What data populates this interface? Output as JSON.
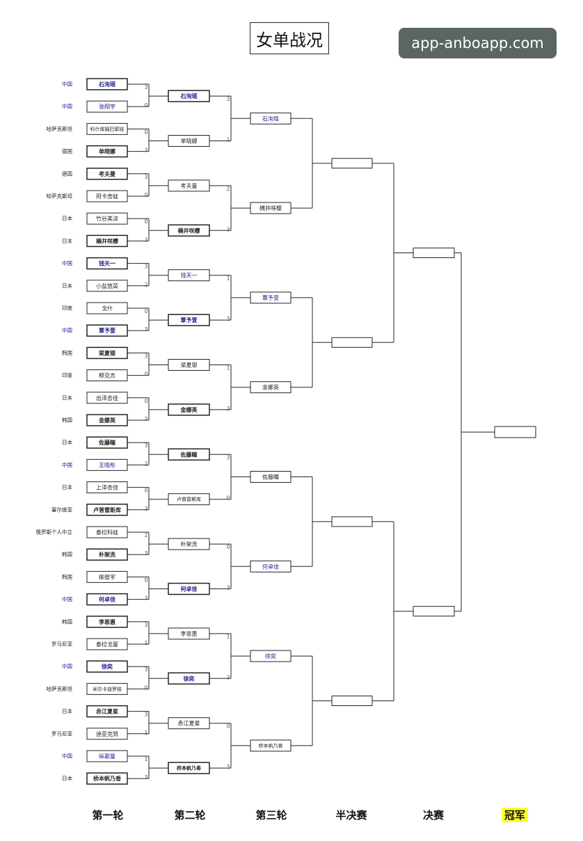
{
  "title": "女单战况",
  "watermark": "app-anboapp.com",
  "rounds": [
    "第一轮",
    "第二轮",
    "第三轮",
    "半决赛",
    "决赛",
    "冠军"
  ],
  "colors": {
    "chn": "#1a1a8c",
    "normal": "#222222",
    "score": "#7a3a3a",
    "highlight": "#ffff33"
  },
  "round1": [
    {
      "country": "中国",
      "name": "石洵瑶",
      "score": "3",
      "chn": true,
      "winner": true
    },
    {
      "country": "中国",
      "name": "张翔宇",
      "score": "0",
      "chn": true,
      "winner": false
    },
    {
      "country": "哈萨克斯坦",
      "name": "科什库姆巴耶娃",
      "score": "0",
      "chn": false,
      "winner": false
    },
    {
      "country": "德国",
      "name": "单晓娜",
      "score": "3",
      "chn": false,
      "winner": true
    },
    {
      "country": "德国",
      "name": "考夫曼",
      "score": "3",
      "chn": false,
      "winner": true
    },
    {
      "country": "哈萨克斯坦",
      "name": "阿卡舍娃",
      "score": "0",
      "chn": false,
      "winner": false
    },
    {
      "country": "日本",
      "name": "竹谷美涼",
      "score": "0",
      "chn": false,
      "winner": false
    },
    {
      "country": "日本",
      "name": "横井咲樱",
      "score": "3",
      "chn": false,
      "winner": true
    },
    {
      "country": "中国",
      "name": "钱天一",
      "score": "3",
      "chn": true,
      "winner": true
    },
    {
      "country": "日本",
      "name": "小盐悠菜",
      "score": "2",
      "chn": false,
      "winner": false
    },
    {
      "country": "印度",
      "name": "戈什",
      "score": "0",
      "chn": false,
      "winner": false
    },
    {
      "country": "中国",
      "name": "覃予萱",
      "score": "3",
      "chn": true,
      "winner": true
    },
    {
      "country": "韩国",
      "name": "梁夏银",
      "score": "3",
      "chn": false,
      "winner": true
    },
    {
      "country": "印度",
      "name": "穆克吉",
      "score": "0",
      "chn": false,
      "winner": false
    },
    {
      "country": "日本",
      "name": "出泽杏佳",
      "score": "0",
      "chn": false,
      "winner": false
    },
    {
      "country": "韩国",
      "name": "金娜英",
      "score": "3",
      "chn": false,
      "winner": true
    },
    {
      "country": "日本",
      "name": "佐藤瞳",
      "score": "3",
      "chn": false,
      "winner": true
    },
    {
      "country": "中国",
      "name": "王晓彤",
      "score": "2",
      "chn": true,
      "winner": false
    },
    {
      "country": "日本",
      "name": "上泽杏佳",
      "score": "0",
      "chn": false,
      "winner": false
    },
    {
      "country": "塞尔维亚",
      "name": "卢普雷斯库",
      "score": "3",
      "chn": false,
      "winner": true
    },
    {
      "country": "俄罗斯个人中立",
      "name": "泰拉科娃",
      "score": "2",
      "chn": false,
      "winner": false
    },
    {
      "country": "韩国",
      "name": "朴架洗",
      "score": "3",
      "chn": false,
      "winner": true
    },
    {
      "country": "韩国",
      "name": "柳是宇",
      "score": "0",
      "chn": false,
      "winner": false
    },
    {
      "country": "中国",
      "name": "何卓佳",
      "score": "3",
      "chn": true,
      "winner": true
    },
    {
      "country": "韩国",
      "name": "李恩惠",
      "score": "3",
      "chn": false,
      "winner": true
    },
    {
      "country": "罗马尼亚",
      "name": "泰拉戈曼",
      "score": "1",
      "chn": false,
      "winner": false
    },
    {
      "country": "中国",
      "name": "徐奕",
      "score": "3",
      "chn": true,
      "winner": true
    },
    {
      "country": "哈萨克斯坦",
      "name": "米尔卡迪罗娃",
      "score": "0",
      "chn": false,
      "winner": false
    },
    {
      "country": "日本",
      "name": "赤江夏星",
      "score": "3",
      "chn": false,
      "winner": true
    },
    {
      "country": "罗马尼亚",
      "name": "迪亚克努",
      "score": "1",
      "chn": false,
      "winner": false
    },
    {
      "country": "中国",
      "name": "纵歌曼",
      "score": "1",
      "chn": true,
      "winner": false
    },
    {
      "country": "日本",
      "name": "桥本帆乃香",
      "score": "3",
      "chn": false,
      "winner": true
    }
  ],
  "round2": [
    {
      "name": "石洵瑶",
      "score": "3",
      "chn": true,
      "winner": true
    },
    {
      "name": "单晓娜",
      "score": "1",
      "chn": false,
      "winner": false
    },
    {
      "name": "考夫曼",
      "score": "2",
      "chn": false,
      "winner": false
    },
    {
      "name": "横井咲樱",
      "score": "3",
      "chn": false,
      "winner": true
    },
    {
      "name": "钱天一",
      "score": "1",
      "chn": true,
      "winner": false
    },
    {
      "name": "覃予萱",
      "score": "3",
      "chn": true,
      "winner": true
    },
    {
      "name": "梁夏银",
      "score": "1",
      "chn": false,
      "winner": false
    },
    {
      "name": "金娜英",
      "score": "3",
      "chn": false,
      "winner": true
    },
    {
      "name": "佐藤瞳",
      "score": "3",
      "chn": false,
      "winner": true
    },
    {
      "name": "卢普雷斯库",
      "score": "0",
      "chn": false,
      "winner": false
    },
    {
      "name": "朴架洗",
      "score": "0",
      "chn": false,
      "winner": false
    },
    {
      "name": "何卓佳",
      "score": "3",
      "chn": true,
      "winner": true
    },
    {
      "name": "李恩惠",
      "score": "1",
      "chn": false,
      "winner": false
    },
    {
      "name": "徐奕",
      "score": "3",
      "chn": true,
      "winner": true
    },
    {
      "name": "赤江夏星",
      "score": "0",
      "chn": false,
      "winner": false
    },
    {
      "name": "桥本帆乃香",
      "score": "3",
      "chn": false,
      "winner": true
    }
  ],
  "round3": [
    {
      "name": "石洵瑶",
      "chn": true
    },
    {
      "name": "横井咲樱",
      "chn": false
    },
    {
      "name": "覃予萱",
      "chn": true
    },
    {
      "name": "金娜英",
      "chn": false
    },
    {
      "name": "佐藤瞳",
      "chn": false
    },
    {
      "name": "何卓佳",
      "chn": true
    },
    {
      "name": "徐奕",
      "chn": true
    },
    {
      "name": "桥本帆乃香",
      "chn": false
    }
  ],
  "quarter_slots": 4,
  "semi_slots": 2,
  "final_slots": 1
}
